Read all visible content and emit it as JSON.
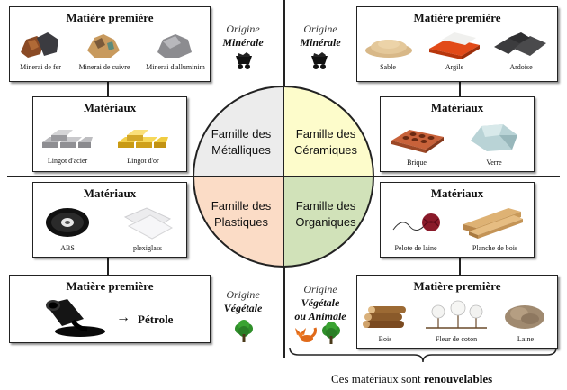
{
  "top_left": {
    "raw_title": "Matière première",
    "raw_items": [
      "Minerai de fer",
      "Minerai de cuivre",
      "Minerai d'alluminim"
    ],
    "mat_title": "Matériaux",
    "mat_items": [
      "Lingot d'acier",
      "Lingot d'or"
    ]
  },
  "top_right": {
    "raw_title": "Matière première",
    "raw_items": [
      "Sable",
      "Argile",
      "Ardoise"
    ],
    "mat_title": "Matériaux",
    "mat_items": [
      "Brique",
      "Verre"
    ]
  },
  "bottom_left": {
    "mat_title": "Matériaux",
    "mat_items": [
      "ABS",
      "plexiglass"
    ],
    "raw_title": "Matière première",
    "raw_text": "Pétrole",
    "arrow": "→"
  },
  "bottom_right": {
    "mat_title": "Matériaux",
    "mat_items": [
      "Pelote de laine",
      "Planche de bois"
    ],
    "raw_title": "Matière première",
    "raw_items": [
      "Bois",
      "Fleur de coton",
      "Laine"
    ]
  },
  "origins": {
    "tl": {
      "label": "Origine",
      "kind": "Minérale"
    },
    "tr": {
      "label": "Origine",
      "kind": "Minérale"
    },
    "bl": {
      "label": "Origine",
      "kind": "Végétale"
    },
    "br": {
      "label": "Origine",
      "kind1": "Végétale",
      "kind2": "ou Animale"
    }
  },
  "families": {
    "tl": {
      "line1": "Famille des",
      "line2": "Métalliques",
      "color": "#ececec"
    },
    "tr": {
      "line1": "Famille des",
      "line2": "Céramiques",
      "color": "#fdfccb"
    },
    "bl": {
      "line1": "Famille des",
      "line2": "Plastiques",
      "color": "#fbdcc6"
    },
    "br": {
      "line1": "Famille des",
      "line2": "Organiques",
      "color": "#d1e2b9"
    }
  },
  "footer": {
    "prefix": "Ces matériaux sont",
    "emphasis": "renouvelables"
  }
}
